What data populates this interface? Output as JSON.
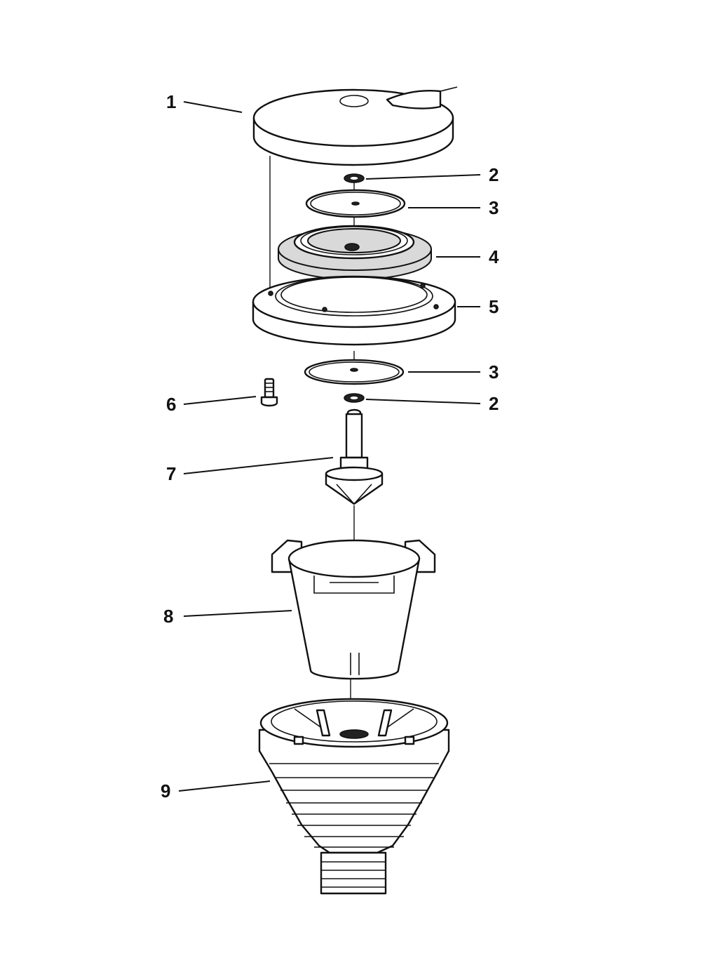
{
  "callouts": [
    {
      "id": "c1",
      "label": "1"
    },
    {
      "id": "c2a",
      "label": "2"
    },
    {
      "id": "c3a",
      "label": "3"
    },
    {
      "id": "c4",
      "label": "4"
    },
    {
      "id": "c5",
      "label": "5"
    },
    {
      "id": "c3b",
      "label": "3"
    },
    {
      "id": "c2b",
      "label": "2"
    },
    {
      "id": "c6",
      "label": "6"
    },
    {
      "id": "c7",
      "label": "7"
    },
    {
      "id": "c8",
      "label": "8"
    },
    {
      "id": "c9",
      "label": "9"
    }
  ],
  "colors": {
    "line": "#111111",
    "background": "#ffffff",
    "shade": "#d9d9d9"
  }
}
